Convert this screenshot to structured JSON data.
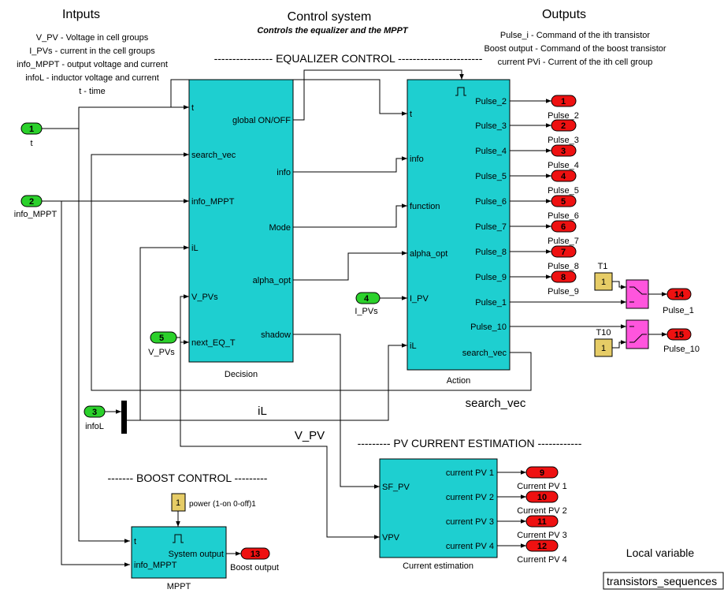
{
  "headers": {
    "inputs_title": "Intputs",
    "control_title": "Control system",
    "control_subtitle": "Controls the equalizer and the MPPT",
    "outputs_title": "Outputs"
  },
  "inputs_desc": [
    "V_PV - Voltage in cell groups",
    "I_PVs - current in the cell groups",
    "info_MPPT - output voltage and current",
    "infoL - inductor voltage and current",
    "t - time"
  ],
  "outputs_desc": [
    "Pulse_i - Command of the ith transistor",
    "Boost output - Command of the boost transistor",
    "current PVi - Current of the ith cell group"
  ],
  "sections": {
    "equalizer": "---------------- EQUALIZER CONTROL -----------------------",
    "pv_current": "--------- PV CURRENT ESTIMATION ------------",
    "boost": "------- BOOST CONTROL ---------"
  },
  "in_ports": {
    "t": {
      "num": "1",
      "label": "t"
    },
    "info_mppt": {
      "num": "2",
      "label": "info_MPPT"
    },
    "infol": {
      "num": "3",
      "label": "infoL"
    },
    "i_pv": {
      "num": "4",
      "label": "I_PVs"
    },
    "v_pv": {
      "num": "5",
      "label": "V_PVs"
    }
  },
  "decision": {
    "name": "Decision",
    "inputs": [
      "t",
      "search_vec",
      "info_MPPT",
      "iL",
      "V_PVs",
      "next_EQ_T"
    ],
    "outputs": [
      "global ON/OFF",
      "info",
      "Mode",
      "alpha_opt",
      "shadow"
    ]
  },
  "action": {
    "name": "Action",
    "inputs": [
      "t",
      "info",
      "function",
      "alpha_opt",
      "I_PV",
      "iL"
    ],
    "outputs": [
      "Pulse_2",
      "Pulse_3",
      "Pulse_4",
      "Pulse_5",
      "Pulse_6",
      "Pulse_7",
      "Pulse_8",
      "Pulse_9",
      "Pulse_1",
      "Pulse_10",
      "search_vec"
    ]
  },
  "pulse_out_ports": [
    {
      "num": "1",
      "label": "Pulse_2"
    },
    {
      "num": "2",
      "label": "Pulse_3"
    },
    {
      "num": "3",
      "label": "Pulse_4"
    },
    {
      "num": "4",
      "label": "Pulse_5"
    },
    {
      "num": "5",
      "label": "Pulse_6"
    },
    {
      "num": "6",
      "label": "Pulse_7"
    },
    {
      "num": "7",
      "label": "Pulse_8"
    },
    {
      "num": "8",
      "label": "Pulse_9"
    }
  ],
  "switch_outputs": [
    {
      "const_name": "T1",
      "const_value": "1",
      "num": "14",
      "label": "Pulse_1"
    },
    {
      "const_name": "T10",
      "const_value": "1",
      "num": "15",
      "label": "Pulse_10"
    }
  ],
  "signal_labels": {
    "search_vec": "search_vec",
    "il": "iL",
    "v_pv": "V_PV"
  },
  "current_estimation": {
    "name": "Current estimation",
    "inputs": [
      "SF_PV",
      "VPV"
    ],
    "outputs": [
      "current PV 1",
      "current PV 2",
      "current PV 3",
      "current PV 4"
    ],
    "out_ports": [
      {
        "num": "9",
        "label": "Current PV 1"
      },
      {
        "num": "10",
        "label": "Current PV 2"
      },
      {
        "num": "11",
        "label": "Current PV 3"
      },
      {
        "num": "12",
        "label": "Current PV 4"
      }
    ]
  },
  "mppt": {
    "name": "MPPT",
    "inputs": [
      "t",
      "info_MPPT"
    ],
    "output": "System output",
    "out_num": "13",
    "out_label": "Boost output",
    "const_value": "1",
    "const_label": "power (1-on 0-off)1"
  },
  "local_variable": {
    "title": "Local variable",
    "value": "transistors_sequences"
  }
}
